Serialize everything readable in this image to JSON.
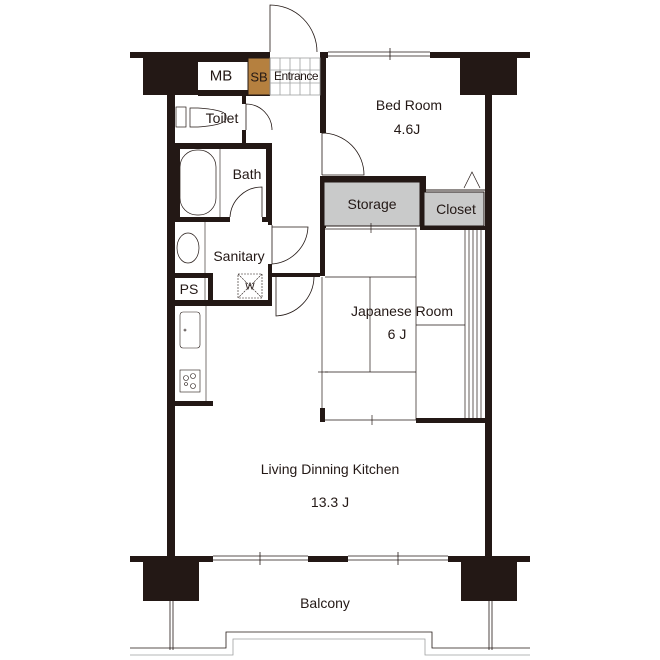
{
  "floorplan": {
    "colors": {
      "wall": "#231815",
      "storage_fill": "#c9caca",
      "shoebox_fill": "#b5803f",
      "thin_line": "#231815",
      "window_gray": "#9fa0a0"
    },
    "rooms": {
      "mb": {
        "label": "MB"
      },
      "sb": {
        "label": "SB"
      },
      "entrance": {
        "label": "Entrance"
      },
      "toilet": {
        "label": "Toilet"
      },
      "bath": {
        "label": "Bath"
      },
      "sanitary": {
        "label": "Sanitary"
      },
      "ps": {
        "label": "PS"
      },
      "washer": {
        "label": "W"
      },
      "bedroom": {
        "label": "Bed Room",
        "size": "4.6J"
      },
      "storage": {
        "label": "Storage"
      },
      "closet": {
        "label": "Closet"
      },
      "japanese_room": {
        "label": "Japanese Room",
        "size": "6 J"
      },
      "ldk": {
        "label": "Living Dinning Kitchen",
        "size": "13.3 J"
      },
      "balcony": {
        "label": "Balcony"
      }
    }
  }
}
